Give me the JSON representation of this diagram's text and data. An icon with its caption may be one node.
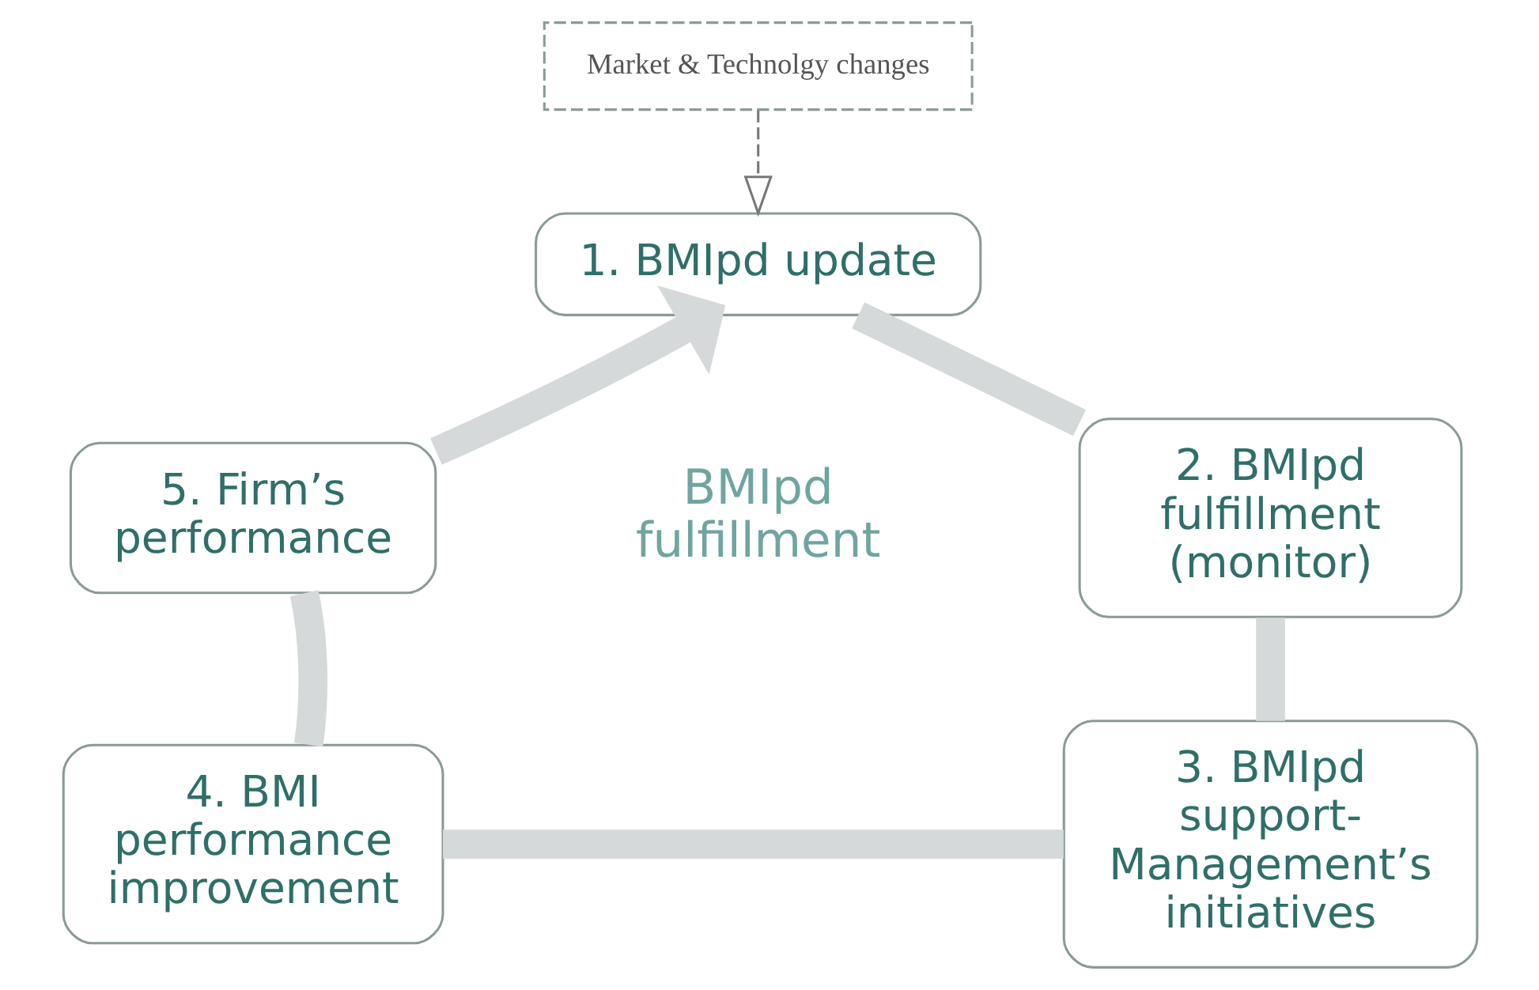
{
  "diagram": {
    "nodes": [
      {
        "text": [
          "Market & Technolgy changes"
        ]
      },
      {
        "text": [
          "1. BMIpd update"
        ]
      },
      {
        "text": [
          "2. BMIpd fulfillment (monitor)"
        ]
      },
      {
        "text": [
          "3. BMIpd support- Management’s initiatives"
        ]
      },
      {
        "text": [
          "4. BMI performance improvement"
        ]
      },
      {
        "text": [
          "5. Firm’s performance"
        ]
      }
    ],
    "edges": [
      {
        "from": 0,
        "to": 1,
        "arrow": "to",
        "style": "dashed",
        "color": "#777777"
      },
      {
        "from": 1,
        "to": 2,
        "arrow": "none"
      },
      {
        "from": 2,
        "to": 3,
        "arrow": "none"
      },
      {
        "from": 3,
        "to": 4,
        "arrow": "none"
      },
      {
        "from": 4,
        "to": 5,
        "arrow": "none"
      },
      {
        "from": 5,
        "to": 1,
        "arrow": "to"
      }
    ],
    "labels": [
      "BMIpd fulfillment"
    ]
  }
}
